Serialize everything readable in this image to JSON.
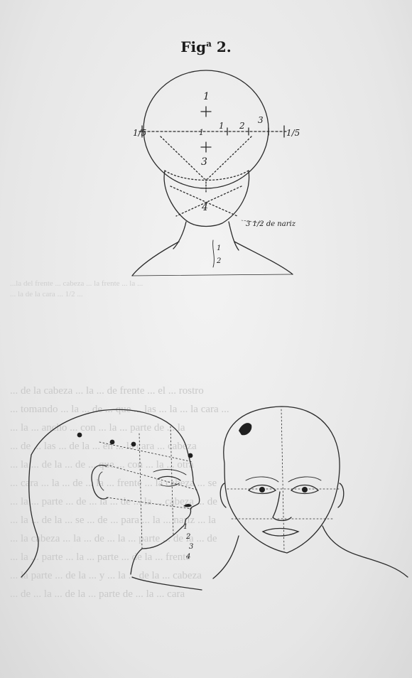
{
  "figure": {
    "title_prefix": "Fig",
    "title_sup": "a",
    "title_number": "2.",
    "ruler_left": "1/5",
    "ruler_right": "1/5",
    "ruler_center": "1",
    "marks": [
      "1",
      "2",
      "3"
    ],
    "head_marks": [
      "1",
      "3",
      "4"
    ],
    "neck_note": "3 1/2 de nariz",
    "neck_marks": [
      "1",
      "2"
    ],
    "profile_marks": [
      "1",
      "2",
      "3",
      "4"
    ]
  },
  "background_text": {
    "caption_lines": [
      "...la del frente ... cabeza ... la frente ... la ...",
      "... la de la cara ... 1/2 ..."
    ],
    "paragraph_lines": [
      "... de la cabeza ... la ... de frente ... el ... rostro",
      "... tomando ... la ... de ... que ... las ... la ... la cara ...",
      "... la ... ancho ... con ... la ... parte de ... la",
      "... de ... las ... de la ... en ... la cara ... cabeza",
      "... la ... de la ... de ... que ... con ... la ... otra",
      "... cara ... la ... de ... la ... frente ... la cabeza ... se",
      "... la ... parte ... de ... la ... de ... la ... cabeza ... de",
      "... la ... de la ... se ... de ... para ... la ... nariz ... la",
      "... la cabeza ... la ... de ... la ... parte ... de la ... de",
      "... la ... parte ... la ... parte ... de la ... frente",
      "... la parte ... de la ... y ... la ... de la ... cabeza",
      "... de ... la ... de la ... parte de ... la ... cara"
    ]
  }
}
